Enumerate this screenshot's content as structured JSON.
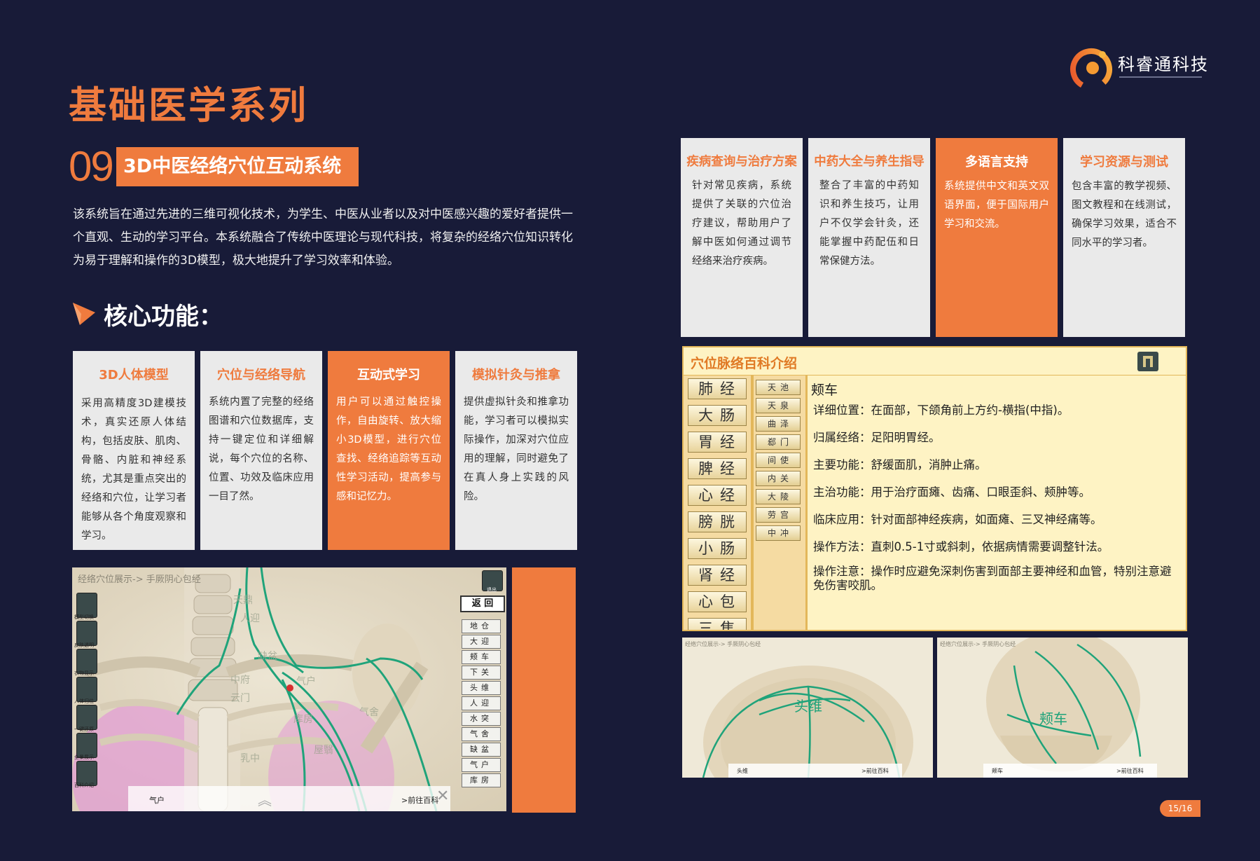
{
  "brand": {
    "name": "科睿通科技"
  },
  "header": {
    "title": "基础医学系列"
  },
  "section": {
    "number": "09.",
    "title": "3D中医经络穴位互动系统",
    "intro": "该系统旨在通过先进的三维可视化技术，为学生、中医从业者以及对中医感兴趣的爱好者提供一个直观、生动的学习平台。本系统融合了传统中医理论与现代科技，将复杂的经络穴位知识转化为易于理解和操作的3D模型，极大地提升了学习效率和体验。"
  },
  "core": {
    "title": "核心功能："
  },
  "features_left": [
    {
      "title": "3D人体模型",
      "body": "采用高精度3D建模技术，真实还原人体结构，包括皮肤、肌肉、骨骼、内脏和神经系统，尤其是重点突出的经络和穴位，让学习者能够从各个角度观察和学习。"
    },
    {
      "title": "穴位与经络导航",
      "body": "系统内置了完整的经络图谱和穴位数据库，支持一键定位和详细解说，每个穴位的名称、位置、功效及临床应用一目了然。"
    },
    {
      "title": "互动式学习",
      "body": "用户可以通过触控操作，自由旋转、放大缩小3D模型，进行穴位查找、经络追踪等互动性学习活动，提高参与感和记忆力。"
    },
    {
      "title": "模拟针灸与推拿",
      "body": "提供虚拟针灸和推拿功能，学习者可以模拟实际操作，加深对穴位应用的理解，同时避免了在真人身上实践的风险。"
    }
  ],
  "features_right": [
    {
      "title": "疾病查询与治疗方案",
      "body": "针对常见疾病，系统提供了关联的穴位治疗建议，帮助用户了解中医如何通过调节经络来治疗疾病。"
    },
    {
      "title": "中药大全与养生指导",
      "body": "整合了丰富的中药知识和养生技巧，让用户不仅学会针灸，还能掌握中药配伍和日常保健方法。"
    },
    {
      "title": "多语言支持",
      "body": "系统提供中文和英文双语界面，便于国际用户学习和交流。"
    },
    {
      "title": "学习资源与测试",
      "body": "包含丰富的教学视频、图文教程和在线测试，确保学习效果，适合不同水平的学习者。"
    }
  ],
  "encyclopedia": {
    "title": "穴位脉络百科介绍",
    "meridians": [
      "肺经",
      "大肠",
      "胃经",
      "脾经",
      "心经",
      "膀胱",
      "小肠",
      "肾经",
      "心包",
      "三焦"
    ],
    "points": [
      "天池",
      "天泉",
      "曲泽",
      "郄门",
      "间使",
      "内关",
      "大陵",
      "劳宫",
      "中冲"
    ],
    "point_name": "颊车",
    "details": [
      {
        "label": "详细位置：",
        "text": "在面部，下颌角前上方约-横指(中指)。"
      },
      {
        "label": "归属经络：",
        "text": "足阳明胃经。"
      },
      {
        "label": "主要功能：",
        "text": "舒缓面肌，消肿止痛。"
      },
      {
        "label": "主治功能：",
        "text": "用于治疗面瘫、齿痛、口眼歪斜、颊肿等。"
      },
      {
        "label": "临床应用：",
        "text": "针对面部神经疾病，如面瘫、三叉神经痛等。"
      },
      {
        "label": "操作方法：",
        "text": "直刺0.5-1寸或斜刺，依据病情需要调整针法。"
      },
      {
        "label": "操作注意：",
        "text": "操作时应避免深刺伤害到面部主要神经和血管，特别注意避免伤害咬肌。"
      }
    ]
  },
  "screenshot_main": {
    "breadcrumb": "经络穴位展示-> 手厥阴心包经",
    "back_label": "返 回",
    "exit_label": "退出",
    "side_labels": [
      "模型切换",
      "皮肤透明",
      "衣物显示",
      "人体归位",
      "一键还原",
      "全景展示",
      "百科介绍"
    ],
    "point_list": [
      "地仓",
      "大迎",
      "颊车",
      "下关",
      "头维",
      "人迎",
      "水突",
      "气舍",
      "缺盆",
      "气户",
      "库房"
    ],
    "bottom_point": "气户",
    "bottom_link": ">前往百科",
    "body_labels": [
      "天鼎",
      "人迎",
      "缺盆",
      "气户",
      "库房",
      "屋翳",
      "中府",
      "云门",
      "乳中",
      "气舍"
    ]
  },
  "screenshot_head1": {
    "breadcrumb": "经络穴位展示-> 手厥阴心包经",
    "label": "头维",
    "bottom_point": "头维",
    "bottom_link": ">前往百科"
  },
  "screenshot_head2": {
    "breadcrumb": "经络穴位展示-> 手厥阴心包经",
    "label": "颊车",
    "bottom_point": "颊车",
    "bottom_link": ">前往百科"
  },
  "pagination": {
    "label": "15/16"
  },
  "colors": {
    "background": "#181b38",
    "accent": "#ef7b3e",
    "card": "#eaeaea",
    "encyclopedia_bg": "#fef3c4",
    "meridian_line": "#1fa37a"
  }
}
